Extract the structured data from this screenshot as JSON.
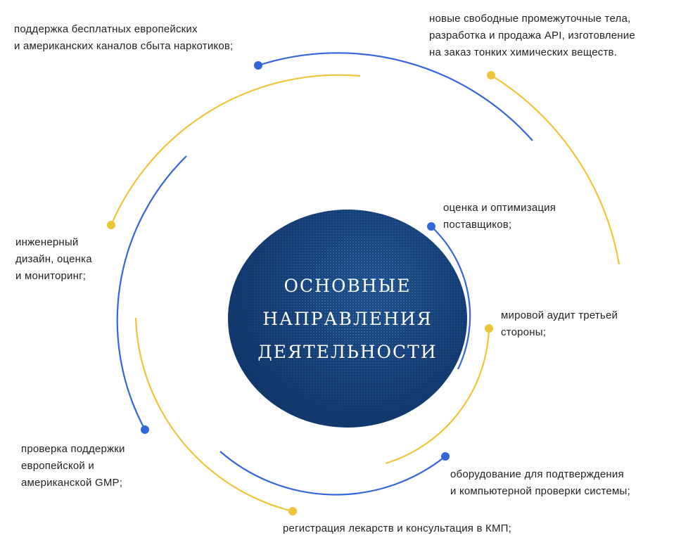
{
  "center": {
    "lines": [
      "ОСНОВНЫЕ",
      "НАПРАВЛЕНИЯ",
      "ДЕЯТЕЛЬНОСТИ"
    ]
  },
  "colors": {
    "blue": "#3366dd",
    "yellow": "#f0c43a",
    "globe": "#143d74"
  },
  "items": [
    {
      "lines": [
        "поддержка бесплатных европейских",
        "и американских каналов сбыта наркотиков;"
      ]
    },
    {
      "lines": [
        "новые свободные промежуточные тела,",
        "разработка и продажа API, изготовление",
        "на заказ тонких химических веществ."
      ]
    },
    {
      "lines": [
        "оценка и оптимизация",
        "поставщиков;"
      ]
    },
    {
      "lines": [
        "инженерный",
        "дизайн, оценка",
        "и мониторинг;"
      ]
    },
    {
      "lines": [
        "мировой аудит третьей",
        "стороны;"
      ]
    },
    {
      "lines": [
        "проверка поддержки",
        "европейской и",
        "американской GMP;"
      ]
    },
    {
      "lines": [
        "оборудование для подтверждения",
        "и компьютерной проверки системы;"
      ]
    },
    {
      "lines": [
        "регистрация лекарств и консультация в КМП;"
      ]
    }
  ]
}
